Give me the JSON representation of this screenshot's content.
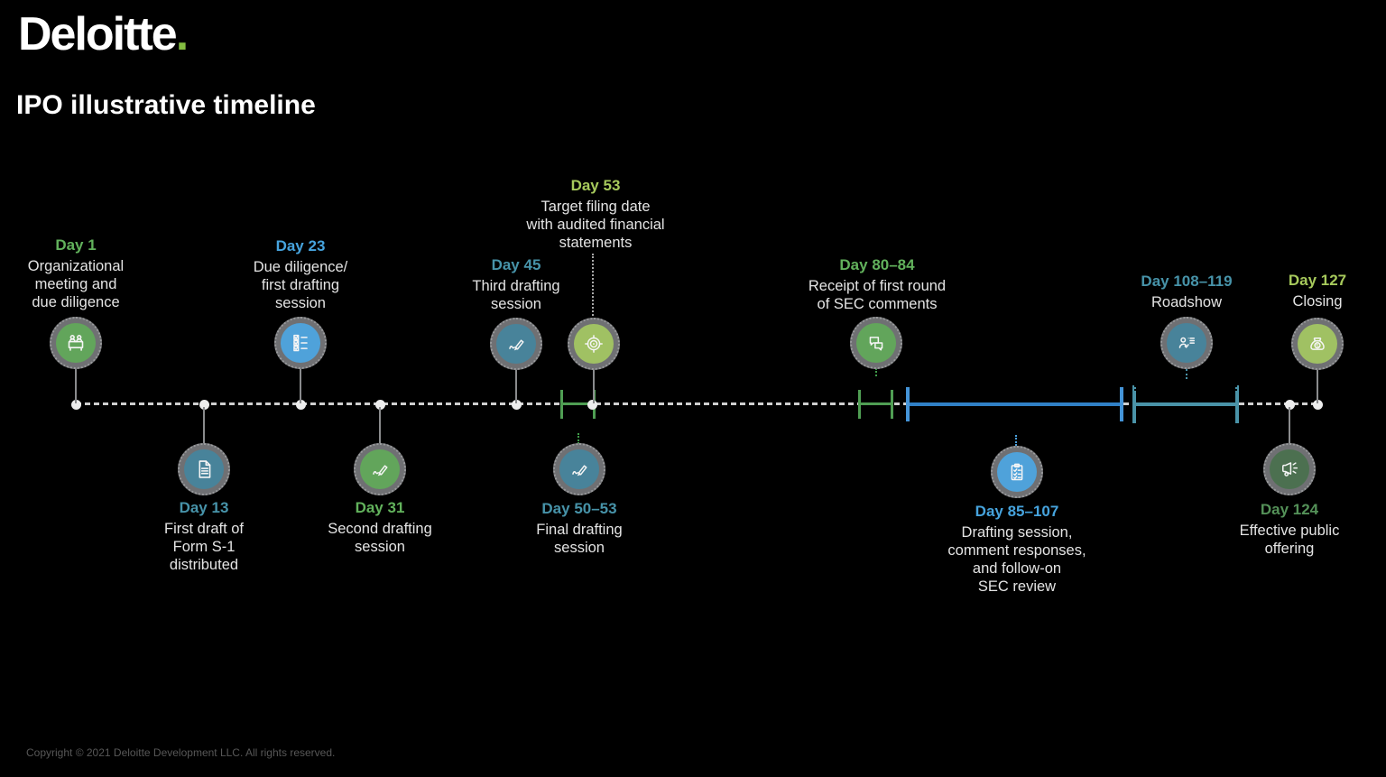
{
  "brand": {
    "name": "Deloitte",
    "dot": ".",
    "dot_color": "#84bd41"
  },
  "title": "IPO illustrative timeline",
  "footer": {
    "copyright": "Copyright © 2021 Deloitte Development LLC. All rights reserved."
  },
  "colors": {
    "background": "#000000",
    "green": "#62a55b",
    "bright_blue": "#4fa2da",
    "teal": "#48839a",
    "lime_green": "#a0c163",
    "dark_green": "#4c7050",
    "ring_gray": "#6f7073",
    "timeline_dash": "#cfcfcf",
    "segment_green": "#4f9e53",
    "segment_blue": "#3080c6",
    "segment_teal": "#4a93a8"
  },
  "milestones": [
    {
      "day_label": "Day 1",
      "description": "Organizational\nmeeting and\ndue diligence",
      "icon": "meeting-icon",
      "theme": "green",
      "side": "above"
    },
    {
      "day_label": "Day 13",
      "description": "First draft of\nForm S-1\ndistributed",
      "icon": "document-icon",
      "theme": "teal",
      "side": "below"
    },
    {
      "day_label": "Day 23",
      "description": "Due diligence/\nfirst drafting\nsession",
      "icon": "checklist-icon",
      "theme": "blue",
      "side": "above"
    },
    {
      "day_label": "Day 31",
      "description": "Second drafting\nsession",
      "icon": "pen-icon",
      "theme": "green",
      "side": "below"
    },
    {
      "day_label": "Day 45",
      "description": "Third drafting\nsession",
      "icon": "pen-icon",
      "theme": "teal",
      "side": "above"
    },
    {
      "day_label": "Day 50–53",
      "description": "Final drafting\nsession",
      "icon": "pen-icon",
      "theme": "teal",
      "side": "below"
    },
    {
      "day_label": "Day 53",
      "description": "Target filing date\nwith audited financial\nstatements",
      "icon": "target-icon",
      "theme": "lime",
      "side": "above"
    },
    {
      "day_label": "Day 80–84",
      "description": "Receipt of first round\nof  SEC comments",
      "icon": "chat-icon",
      "theme": "green",
      "side": "above"
    },
    {
      "day_label": "Day 85–107",
      "description": "Drafting session,\ncomment responses,\nand follow-on\nSEC review",
      "icon": "clipboard-icon",
      "theme": "blue",
      "side": "below"
    },
    {
      "day_label": "Day 108–119",
      "description": "Roadshow",
      "icon": "presentation-icon",
      "theme": "teal",
      "side": "above"
    },
    {
      "day_label": "Day 124",
      "description": "Effective public\noffering",
      "icon": "megaphone-icon",
      "theme": "dark-green",
      "side": "below"
    },
    {
      "day_label": "Day 127",
      "description": "Closing",
      "icon": "moneybag-icon",
      "theme": "lime",
      "side": "above"
    }
  ],
  "timeline": {
    "dot_milestone_days": [
      "Day 1",
      "Day 13",
      "Day 23",
      "Day 31",
      "Day 45",
      "Day 53",
      "Day 124",
      "Day 127"
    ],
    "range_segments": [
      {
        "label": "Day 50–53",
        "color": "green"
      },
      {
        "label": "Day 80–84",
        "color": "green"
      },
      {
        "label": "Day 85–107",
        "color": "blue"
      },
      {
        "label": "Day 108–119",
        "color": "teal"
      }
    ]
  }
}
